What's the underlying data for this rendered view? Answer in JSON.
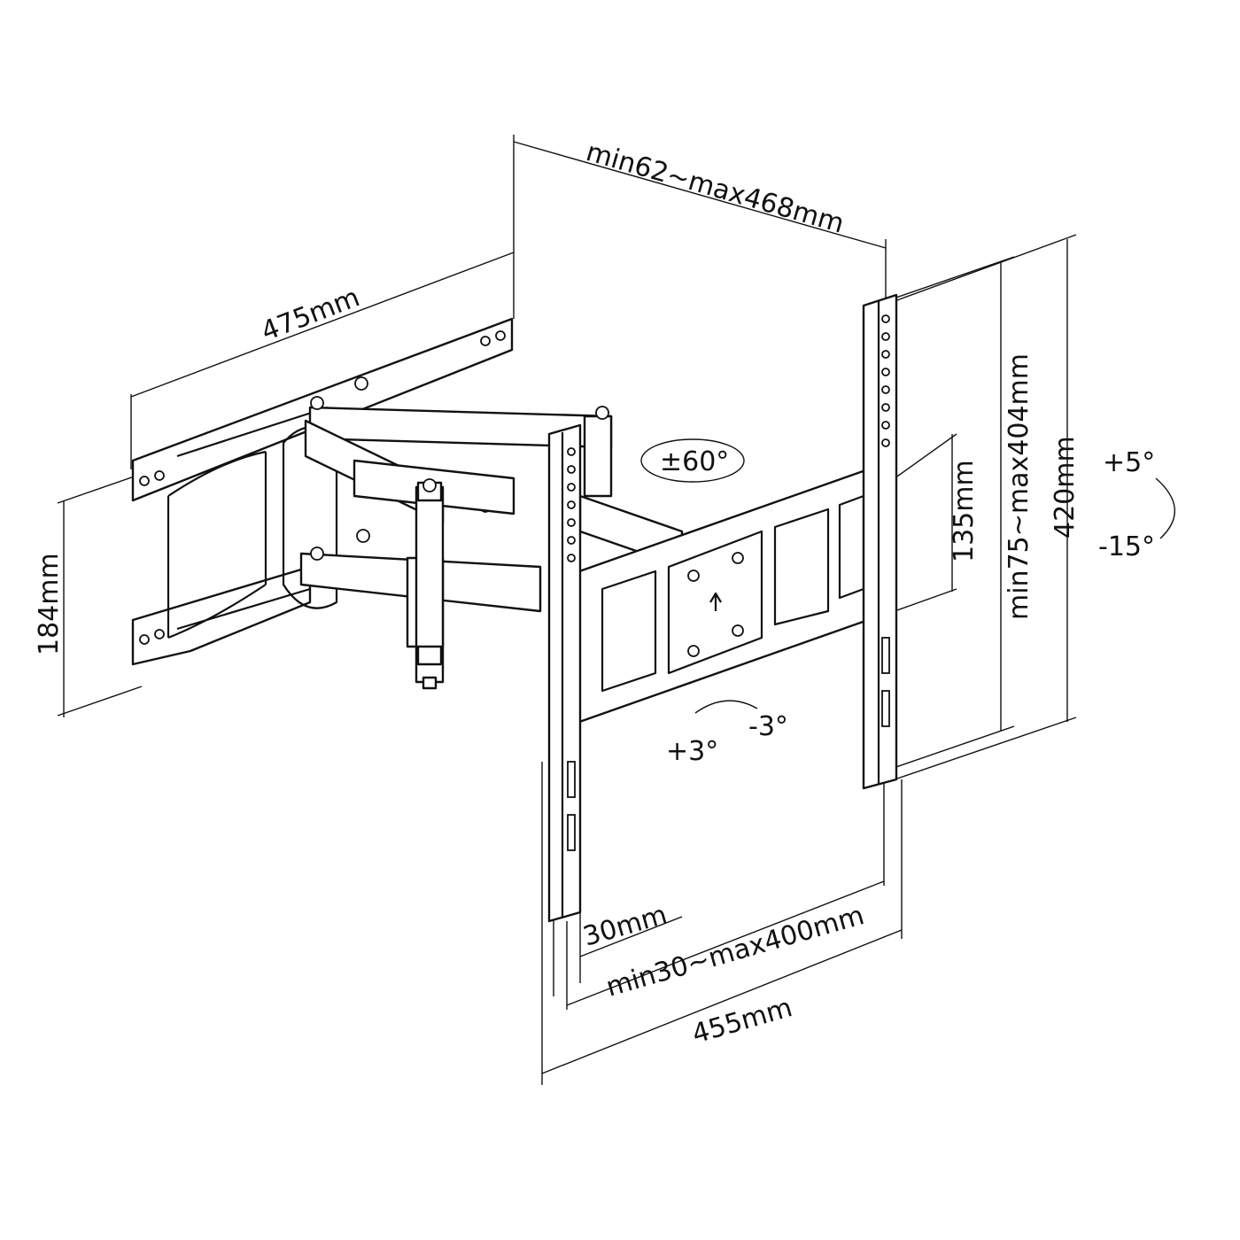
{
  "title": "TV wall mount dimension diagram",
  "dimensions": {
    "extension": "min62~max468mm",
    "wall_plate_width": "475mm",
    "wall_plate_height": "184mm",
    "swivel": "±60°",
    "tv_plate_height": "135mm",
    "vesa_vertical": "min75~max404mm",
    "rail_height": "420mm",
    "tilt_up": "+5°",
    "tilt_down": "-15°",
    "level_plus": "+3°",
    "level_minus": "-3°",
    "rail_width": "30mm",
    "vesa_horizontal": "min30~max400mm",
    "overall_width": "455mm"
  }
}
